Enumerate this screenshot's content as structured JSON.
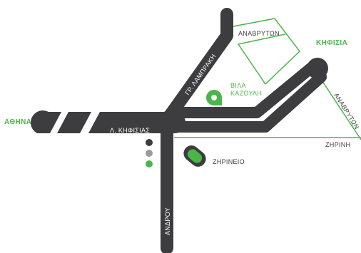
{
  "colors": {
    "road": "#3d3d3f",
    "accent": "#4bb648",
    "dot_gray": "#9b9b9b",
    "background": "#ffffff"
  },
  "cities": {
    "athens": "ΑΘΗΝΑ",
    "kifisia": "ΚΗΦΙΣΙΑ"
  },
  "roads": {
    "kifisias_avenue": "Λ. ΚΗΦΙΣΙΑΣ",
    "lambraki": "ΓΡ. ΛΑΜΠΡΑΚΗ",
    "androu": "ΑΝΔΡΟΥ",
    "anavryton_top": "ΑΝΑΒΡΥΤΩΝ",
    "anavryton_right": "ΑΝΑΒΡΥΤΩΝ",
    "zirini_street": "ΖΗΡΙΝΗ"
  },
  "landmarks": {
    "villa_line1": "ΒΙΛΑ",
    "villa_line2": "ΚΑΖΟΥΛΗ",
    "zirineio": "ΖΗΡΙΝΕΙΟ"
  },
  "icons": {
    "villa_marker": "location-pin-icon",
    "zirineio_marker": "stadium-icon",
    "traffic_light": "traffic-light-icon"
  }
}
